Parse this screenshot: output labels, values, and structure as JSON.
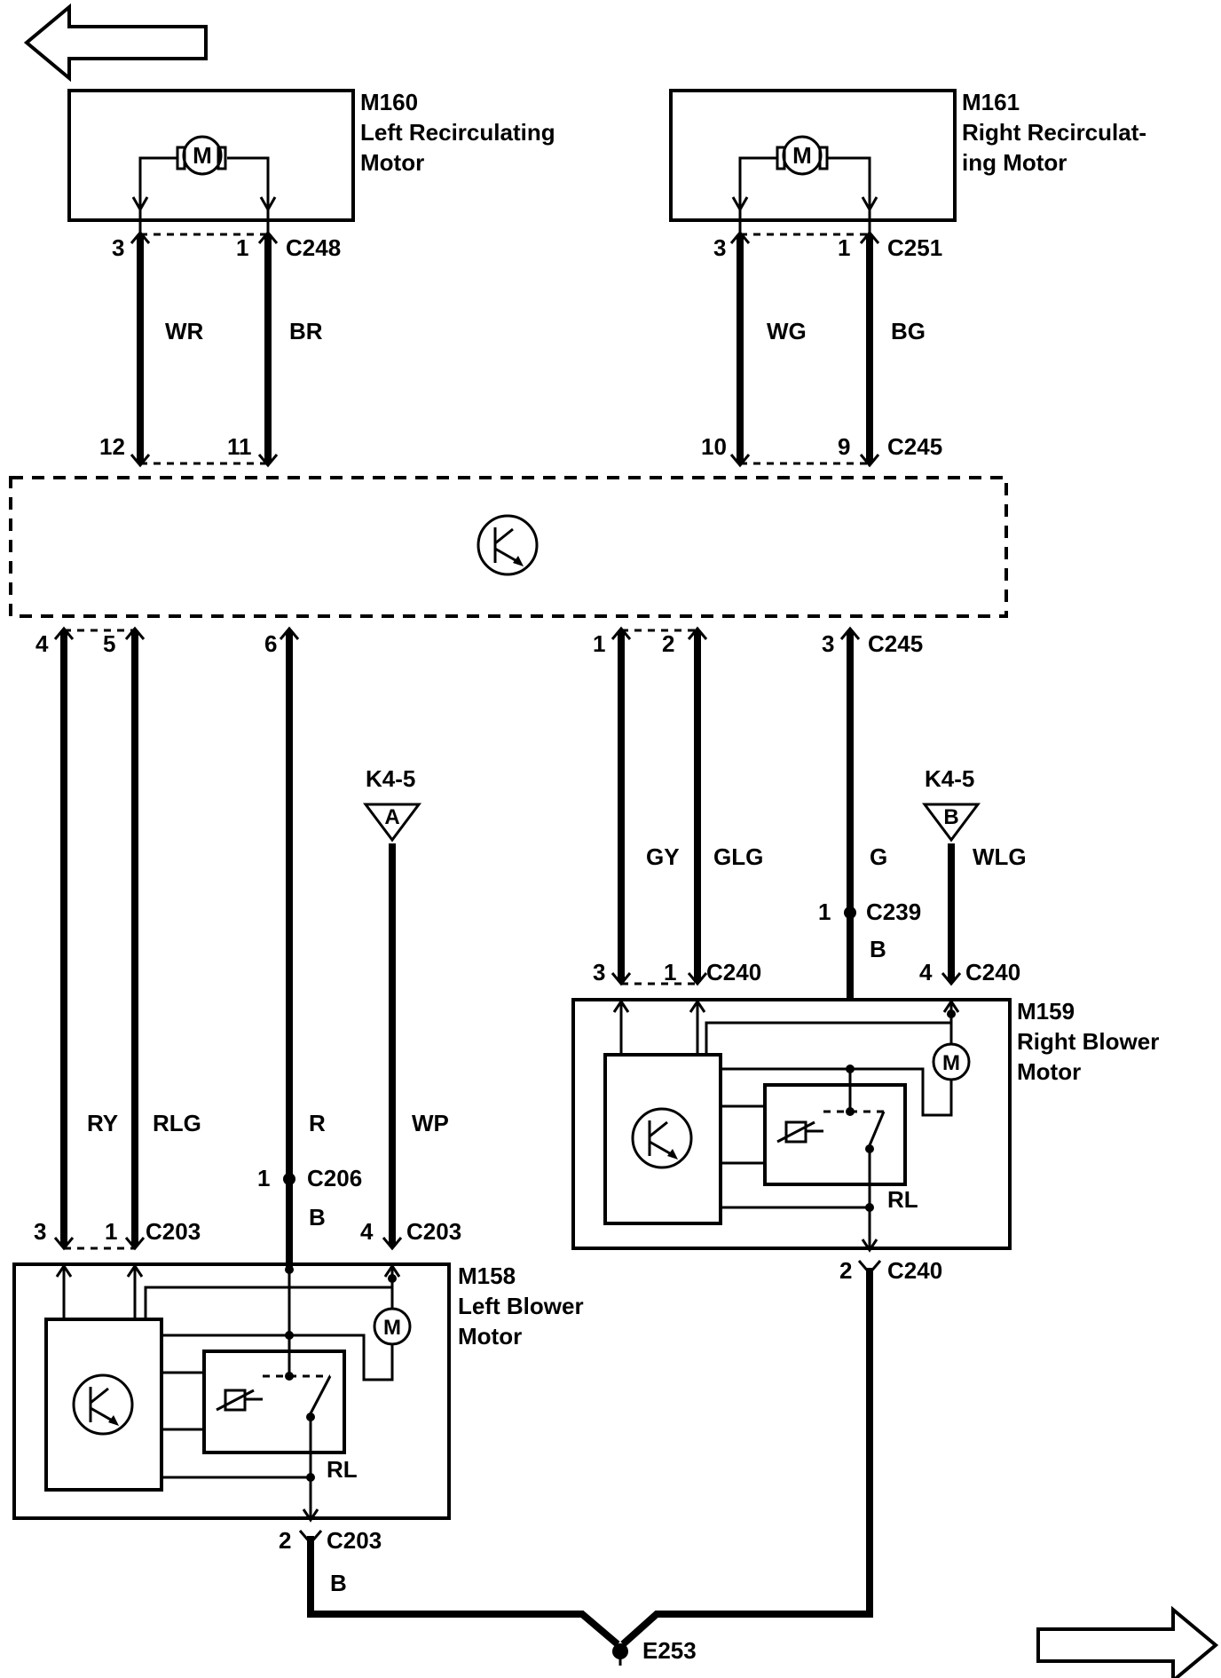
{
  "nav": {
    "prev_label": "",
    "next_label": ""
  },
  "components": {
    "m160": {
      "id": "M160",
      "name_line1": "Left Recirculating",
      "name_line2": "Motor"
    },
    "m161": {
      "id": "M161",
      "name_line1": "Right Recirculat-",
      "name_line2": "ing Motor"
    },
    "m158": {
      "id": "M158",
      "name_line1": "Left Blower",
      "name_line2": "Motor"
    },
    "m159": {
      "id": "M159",
      "name_line1": "Right Blower",
      "name_line2": "Motor"
    },
    "motor_symbol": "M"
  },
  "connectors": {
    "c248": "C248",
    "c251": "C251",
    "c245": "C245",
    "c203": "C203",
    "c206": "C206",
    "c240": "C240",
    "c239": "C239",
    "e253": "E253"
  },
  "pins": {
    "c248_left": "3",
    "c248_right": "1",
    "c251_left": "3",
    "c251_right": "1",
    "c245_12": "12",
    "c245_11": "11",
    "c245_10": "10",
    "c245_9": "9",
    "c245_4": "4",
    "c245_5": "5",
    "c245_6": "6",
    "c245_1": "1",
    "c245_2": "2",
    "c245_3": "3",
    "c203_3": "3",
    "c203_1": "1",
    "c203_4": "4",
    "c203_2": "2",
    "c206_1": "1",
    "c239_1": "1",
    "c240_3": "3",
    "c240_1": "1",
    "c240_4": "4",
    "c240_2": "2"
  },
  "wires": {
    "wr": "WR",
    "br": "BR",
    "wg": "WG",
    "bg": "BG",
    "ry": "RY",
    "rlg": "RLG",
    "r": "R",
    "wp": "WP",
    "gy": "GY",
    "glg": "GLG",
    "g": "G",
    "wlg": "WLG",
    "b_left": "B",
    "b_right": "B",
    "b_ground": "B",
    "rl_left": "RL",
    "rl_right": "RL"
  },
  "power": {
    "left_label": "K4-5",
    "left_letter": "A",
    "right_label": "K4-5",
    "right_letter": "B"
  }
}
